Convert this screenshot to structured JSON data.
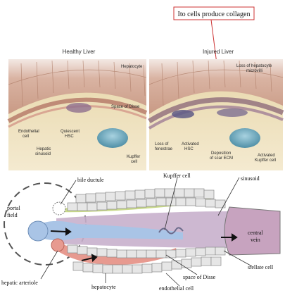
{
  "callout": {
    "text": "Ito cells produce collagen",
    "border_color": "#cc3333"
  },
  "panels": {
    "healthy": {
      "title": "Healthy Liver",
      "labels": {
        "hepatocyte": "Hepatocyte",
        "space_of_disse": "Space of Disse",
        "endothelial": [
          "Endothelial",
          "cell"
        ],
        "quiescent": [
          "Quiescent",
          "HSC"
        ],
        "sinusoid": [
          "Hepatic",
          "sinusoid"
        ],
        "kupffer": [
          "Kupffer",
          "cell"
        ]
      }
    },
    "injured": {
      "title": "Injured Liver",
      "labels": {
        "loss_microvilli": [
          "Loss of hepatocyte",
          "microvilli"
        ],
        "loss_fenestrae": [
          "Loss of",
          "fenestrae"
        ],
        "activated_hsc": [
          "Activated",
          "HSC"
        ],
        "scar": [
          "Deposition",
          "of scar ECM"
        ],
        "activated_kupffer": [
          "Activated",
          "Kupffer cell"
        ]
      }
    }
  },
  "lobule": {
    "labels": {
      "bile_ductule": "bile ductule",
      "portal_field": [
        "portal",
        "field"
      ],
      "kupffer_cell": "Kupffer cell",
      "sinusoid": "sinusoid",
      "central_vein": [
        "central",
        "vein"
      ],
      "stellate_cell": "stellate cell",
      "space_of_disse": "space of Disse",
      "hepatic_arteriole": "hepatic arteriole",
      "hepatocyte": "hepatocyte",
      "endothelial_cell": "endothelial cell"
    },
    "colors": {
      "portal": "#a9c4e6",
      "bile": "#c9d98a",
      "artery": "#e79a90",
      "sinusoid": "#c8b0cc",
      "central_vein": "#c7a3bf",
      "hepatocyte": "#e6e6e6"
    }
  }
}
